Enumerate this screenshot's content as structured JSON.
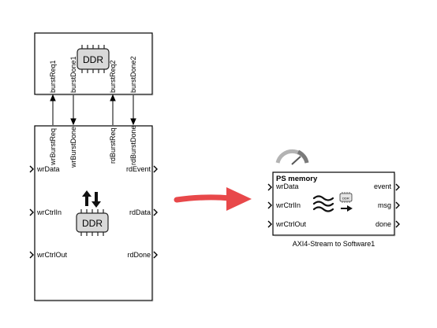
{
  "top_block": {
    "chip_label": "DDR",
    "ports": [
      "burstReq1",
      "burstDone1",
      "burstReq2",
      "burstDone2"
    ]
  },
  "left_block": {
    "top_ports": [
      "wrBurstReq",
      "wrBurstDone",
      "rdBurstReq",
      "rdBurstDone"
    ],
    "inputs": [
      "wrData",
      "wrCtrlIn",
      "wrCtrlOut"
    ],
    "outputs": [
      "rdEvent",
      "rdData",
      "rdDone"
    ],
    "chip_label": "DDR"
  },
  "right_block": {
    "title": "PS memory",
    "inputs": [
      "wrData",
      "wrCtrlIn",
      "wrCtrlOut"
    ],
    "outputs": [
      "event",
      "msg",
      "done"
    ],
    "chip_label": "DDR",
    "caption": "AXI4-Stream to Software1"
  },
  "colors": {
    "arrow": "#e8484a",
    "block_border": "#000000",
    "chip_fill": "#d9d9d9",
    "gauge": "#9a9a9a"
  }
}
